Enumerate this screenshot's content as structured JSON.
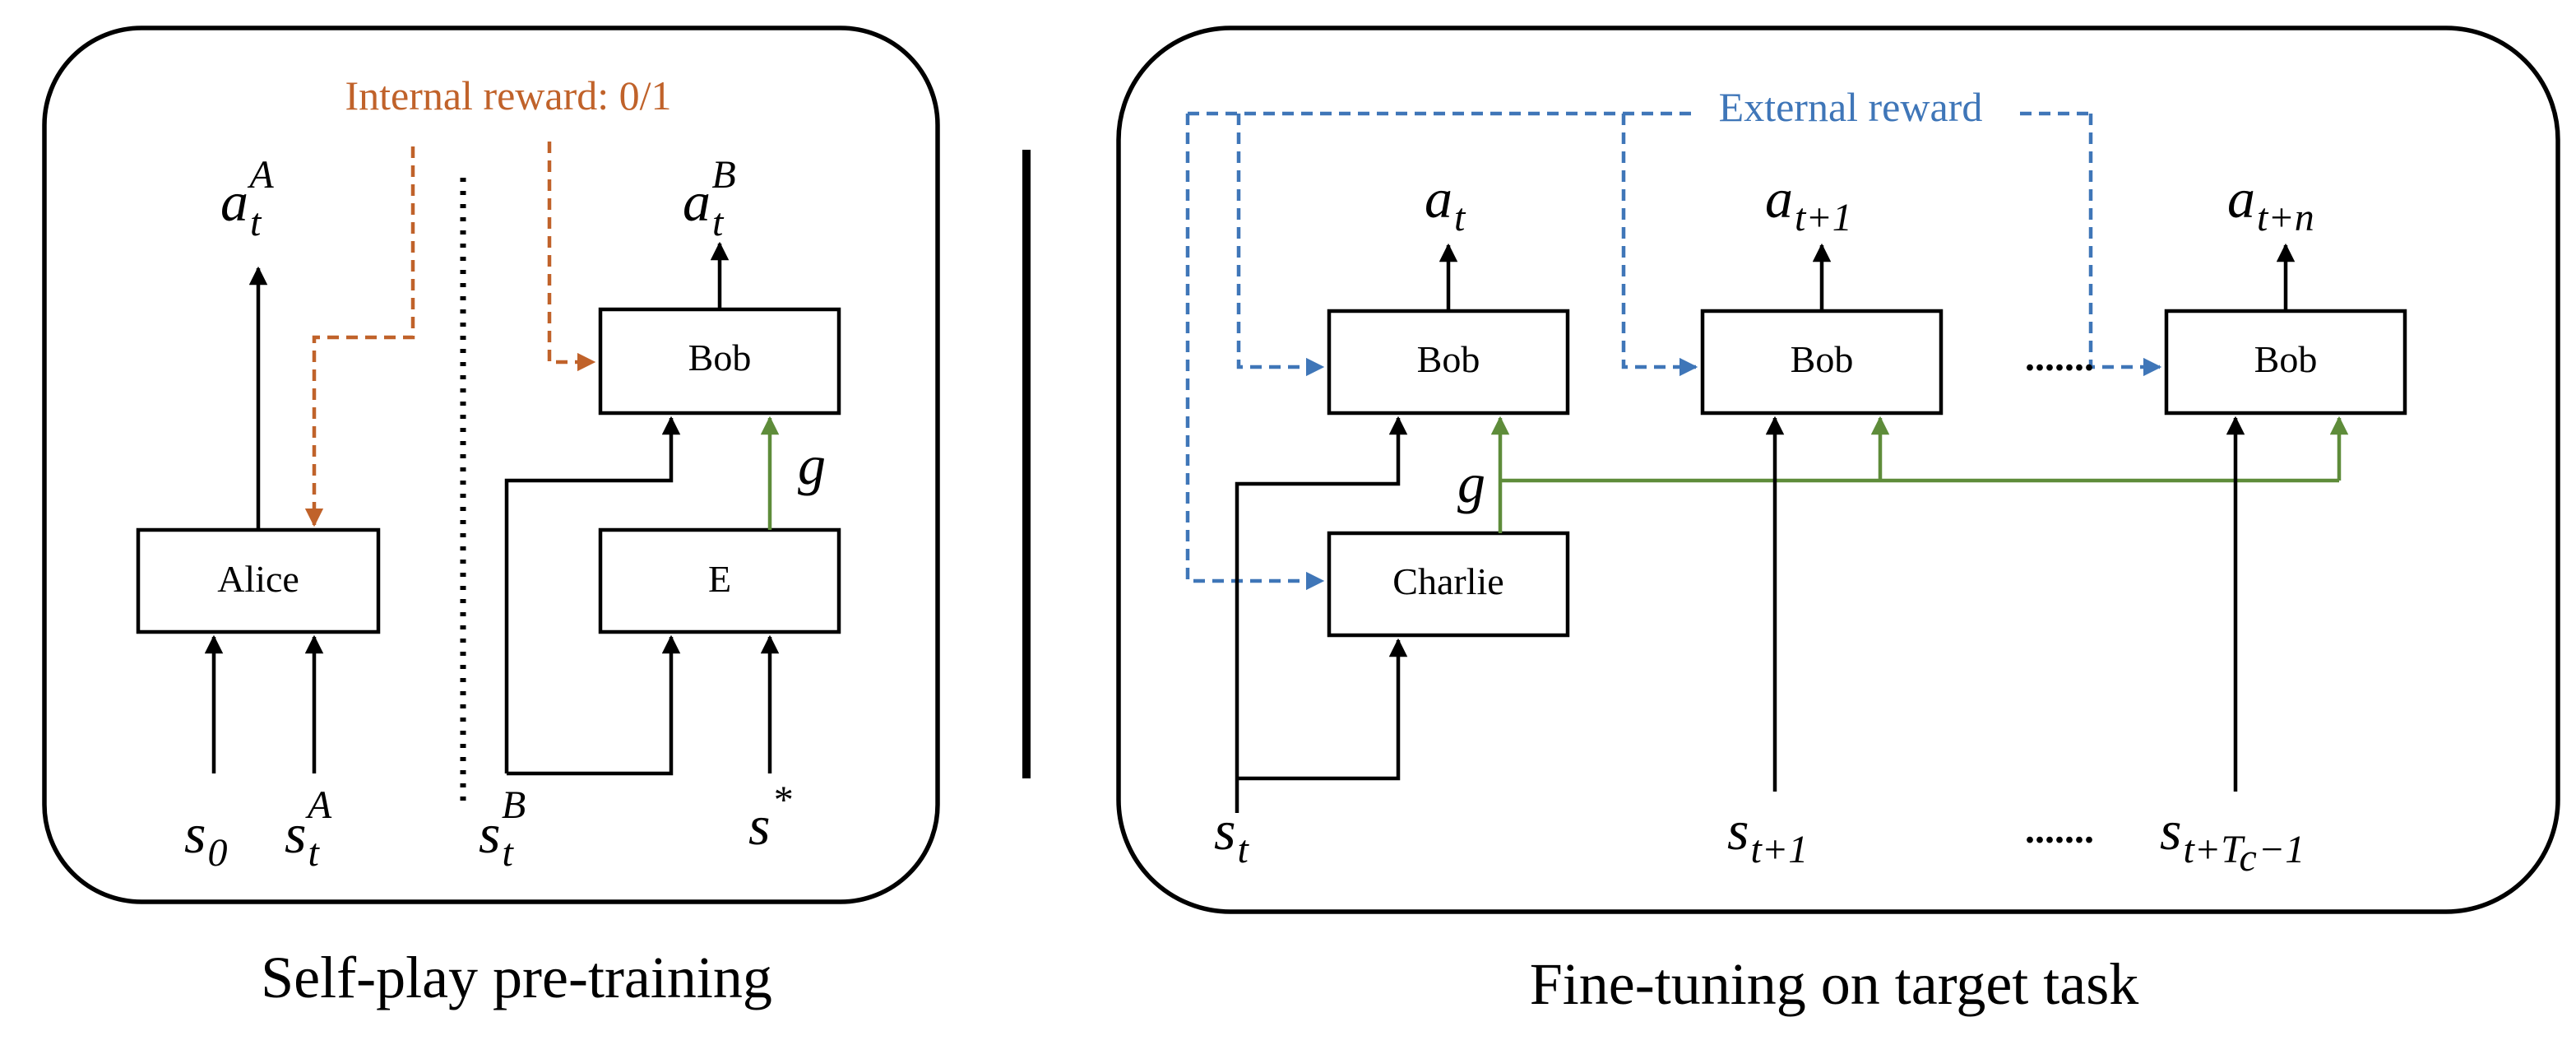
{
  "colors": {
    "internal_reward": "#c0622a",
    "external_reward": "#3f76b8",
    "goal_edge": "#5e8c3a",
    "lines": "#000000"
  },
  "left_panel": {
    "caption": "Self-play pre-training",
    "internal_reward_label": "Internal reward: 0/1",
    "boxes": {
      "alice": "Alice",
      "bob": "Bob",
      "e": "E"
    },
    "labels": {
      "a_t_A_base": "a",
      "a_t_A_sub": "t",
      "a_t_A_sup": "A",
      "a_t_B_base": "a",
      "a_t_B_sub": "t",
      "a_t_B_sup": "B",
      "s0_base": "s",
      "s0_sub": "0",
      "s_t_A_base": "s",
      "s_t_A_sub": "t",
      "s_t_A_sup": "A",
      "s_t_B_base": "s",
      "s_t_B_sub": "t",
      "s_t_B_sup": "B",
      "s_star_base": "s",
      "s_star_sup": "*",
      "g": "g"
    }
  },
  "right_panel": {
    "caption": "Fine-tuning on target task",
    "external_reward_label": "External reward",
    "boxes": {
      "bob1": "Bob",
      "bob2": "Bob",
      "bob3": "Bob",
      "charlie": "Charlie"
    },
    "ellipsis_top": ".......",
    "ellipsis_bottom": ".......",
    "labels": {
      "a_t_base": "a",
      "a_t_sub": "t",
      "a_t1_base": "a",
      "a_t1_sub": "t+1",
      "a_tn_base": "a",
      "a_tn_sub": "t+n",
      "s_t_base": "s",
      "s_t_sub": "t",
      "s_t1_base": "s",
      "s_t1_sub": "t+1",
      "s_tTc_base": "s",
      "s_tTc_sub1": "t+T",
      "s_tTc_subsub": "c",
      "s_tTc_sub2": "−1",
      "g": "g"
    }
  }
}
